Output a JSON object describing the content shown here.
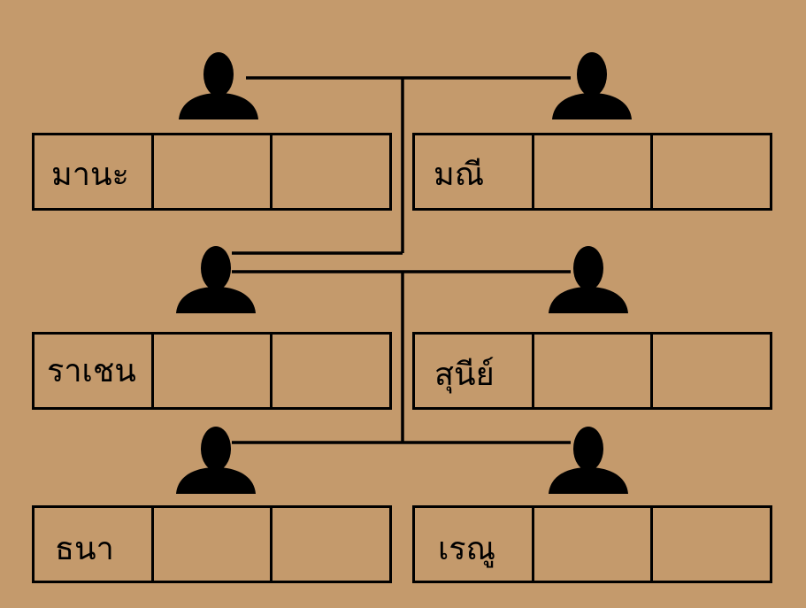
{
  "diagram": {
    "background": "#c49a6c",
    "line_color": "#000000",
    "icon_name": "person-silhouette-icon"
  },
  "people": {
    "grandfather": "มานะ",
    "grandmother": "มณี",
    "father": "ราเชน",
    "mother": "สุนีย์",
    "son": "ธนา",
    "daughter": "เรณู"
  }
}
